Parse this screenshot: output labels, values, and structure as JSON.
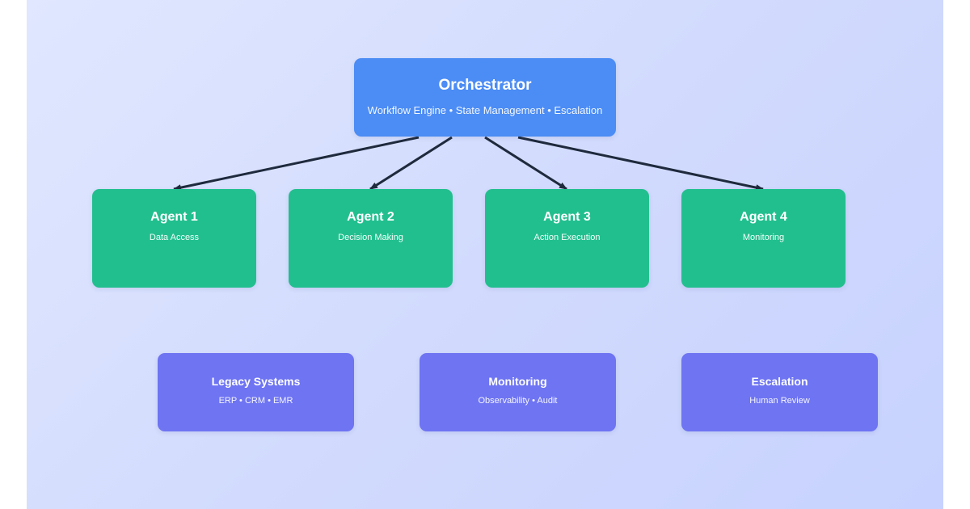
{
  "orchestrator": {
    "title": "Orchestrator",
    "subtitle": "Workflow Engine • State Management • Escalation"
  },
  "agents": [
    {
      "title": "Agent 1",
      "subtitle": "Data Access"
    },
    {
      "title": "Agent 2",
      "subtitle": "Decision Making"
    },
    {
      "title": "Agent 3",
      "subtitle": "Action Execution"
    },
    {
      "title": "Agent 4",
      "subtitle": "Monitoring"
    }
  ],
  "systems": [
    {
      "title": "Legacy Systems",
      "subtitle": "ERP • CRM • EMR"
    },
    {
      "title": "Monitoring",
      "subtitle": "Observability • Audit"
    },
    {
      "title": "Escalation",
      "subtitle": "Human Review"
    }
  ],
  "colors": {
    "background_start": "#e0e7ff",
    "background_end": "#c7d2fe",
    "orchestrator": "#4b8cf5",
    "agent": "#22bf8e",
    "system": "#6e74f2",
    "arrow": "#1f2a3d"
  }
}
